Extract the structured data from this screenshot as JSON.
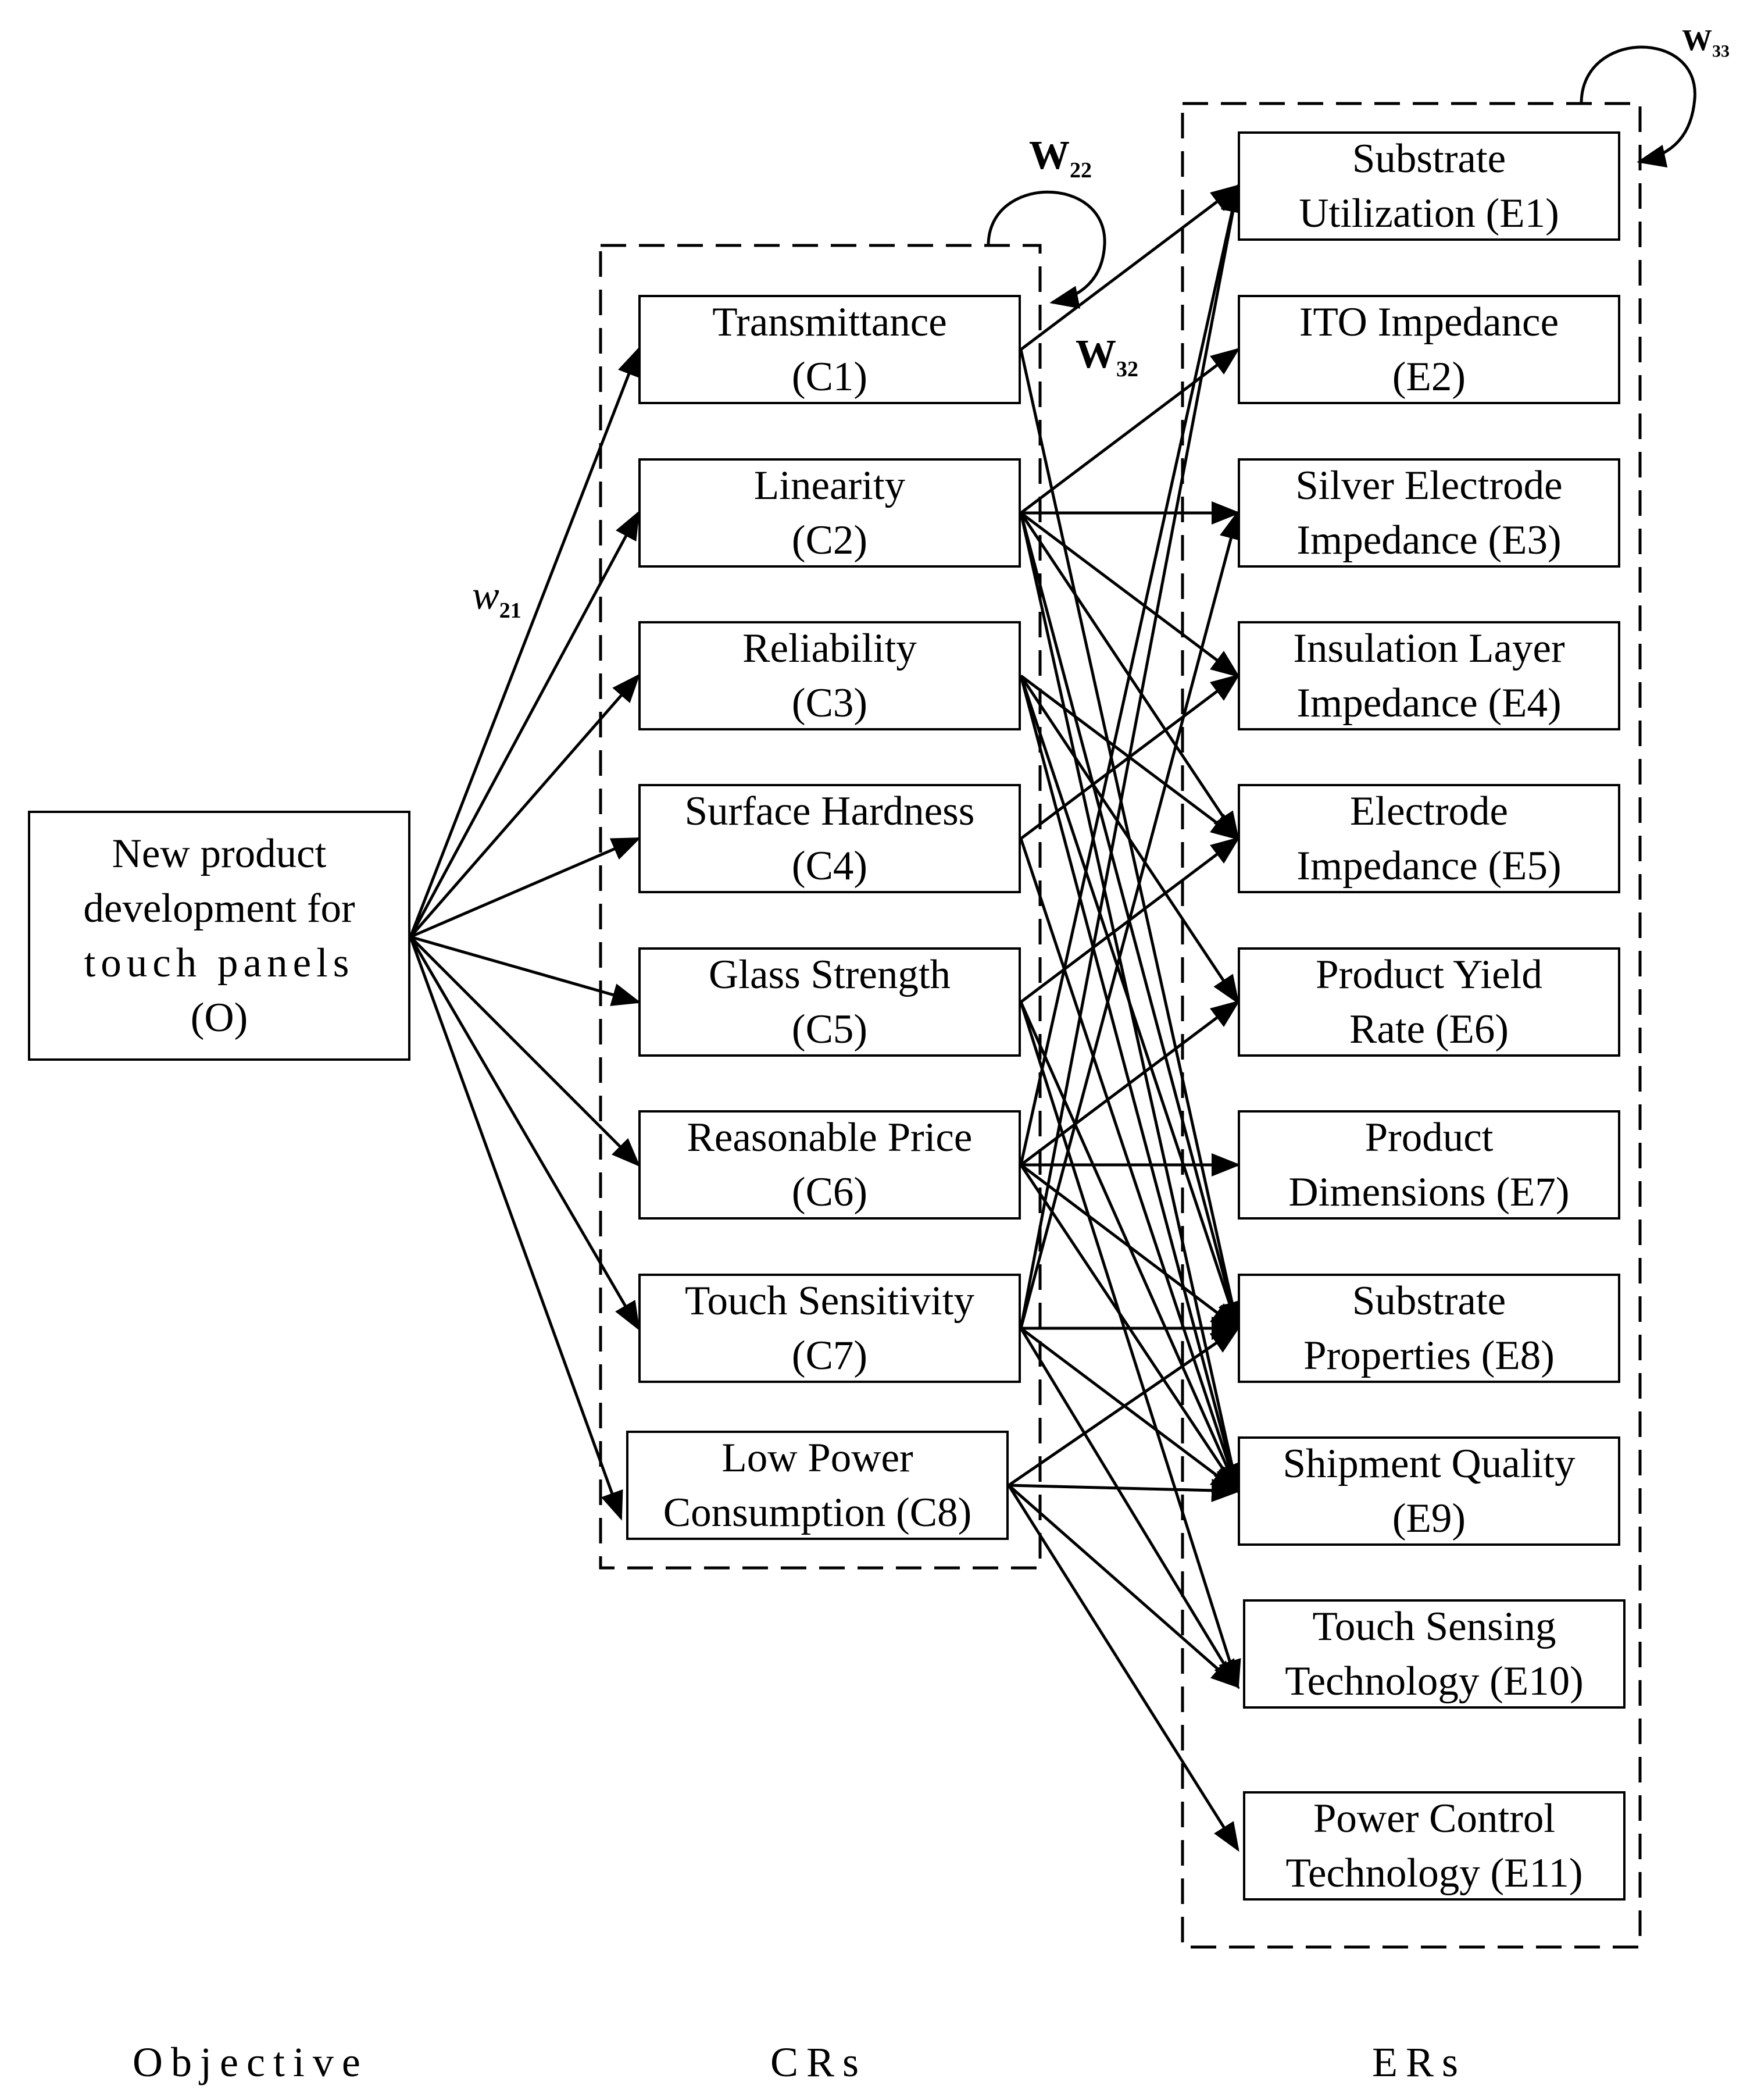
{
  "objective": {
    "lines": [
      "New product",
      "development for",
      "touch panels",
      "(O)"
    ]
  },
  "crs": [
    {
      "id": "C1",
      "line1": "Transmittance",
      "line2": "(C1)"
    },
    {
      "id": "C2",
      "line1": "Linearity",
      "line2": "(C2)"
    },
    {
      "id": "C3",
      "line1": "Reliability",
      "line2": "(C3)"
    },
    {
      "id": "C4",
      "line1": "Surface Hardness",
      "line2": "(C4)"
    },
    {
      "id": "C5",
      "line1": "Glass Strength",
      "line2": "(C5)"
    },
    {
      "id": "C6",
      "line1": "Reasonable Price",
      "line2": "(C6)"
    },
    {
      "id": "C7",
      "line1": "Touch Sensitivity",
      "line2": "(C7)"
    },
    {
      "id": "C8",
      "line1": "Low Power",
      "line2": "Consumption (C8)"
    }
  ],
  "ers": [
    {
      "id": "E1",
      "line1": "Substrate",
      "line2": "Utilization (E1)"
    },
    {
      "id": "E2",
      "line1": "ITO Impedance",
      "line2": "(E2)"
    },
    {
      "id": "E3",
      "line1": "Silver Electrode",
      "line2": "Impedance (E3)"
    },
    {
      "id": "E4",
      "line1": "Insulation Layer",
      "line2": "Impedance (E4)"
    },
    {
      "id": "E5",
      "line1": "Electrode",
      "line2": "Impedance (E5)"
    },
    {
      "id": "E6",
      "line1": "Product Yield",
      "line2": "Rate (E6)"
    },
    {
      "id": "E7",
      "line1": "Product",
      "line2": "Dimensions (E7)"
    },
    {
      "id": "E8",
      "line1": "Substrate",
      "line2": "Properties (E8)"
    },
    {
      "id": "E9",
      "line1": "Shipment Quality",
      "line2": "(E9)"
    },
    {
      "id": "E10",
      "line1": "Touch Sensing",
      "line2": "Technology (E10)"
    },
    {
      "id": "E11",
      "line1": "Power Control",
      "line2": "Technology (E11)"
    }
  ],
  "weights": {
    "w21_base": "w",
    "w21_sub": "21",
    "w22_base": "W",
    "w22_sub": "22",
    "w32_base": "W",
    "w32_sub": "32",
    "w33_base": "W",
    "w33_sub": "33"
  },
  "columns": {
    "objective": "Objective",
    "crs": "CRs",
    "ers": "ERs"
  },
  "links": {
    "C1": [
      "E1",
      "E8"
    ],
    "C2": [
      "E2",
      "E3",
      "E4",
      "E5",
      "E8",
      "E9"
    ],
    "C3": [
      "E5",
      "E6",
      "E8",
      "E9"
    ],
    "C4": [
      "E4",
      "E9"
    ],
    "C5": [
      "E5",
      "E9",
      "E10"
    ],
    "C6": [
      "E1",
      "E6",
      "E7",
      "E8",
      "E9"
    ],
    "C7": [
      "E1",
      "E3",
      "E8",
      "E9",
      "E10"
    ],
    "C8": [
      "E8",
      "E9",
      "E10",
      "E11"
    ]
  }
}
